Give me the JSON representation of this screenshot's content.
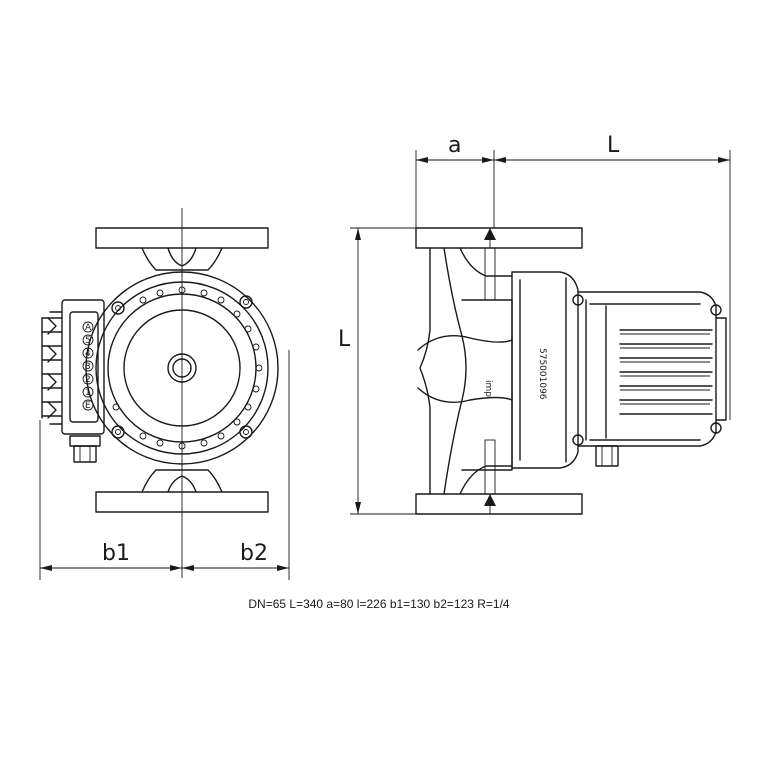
{
  "dimensions": {
    "a": "a",
    "L_top": "L",
    "L_side": "L",
    "b1": "b1",
    "b2": "b2"
  },
  "labels": {
    "brand_mark": "imp",
    "serial_number": "575001096",
    "speed_marks": [
      "A",
      "5",
      "4",
      "3",
      "2",
      "1",
      "E"
    ]
  },
  "spec_text": "DN=65 L=340 a=80 l=226 b1=130 b2=123 R=1/4"
}
